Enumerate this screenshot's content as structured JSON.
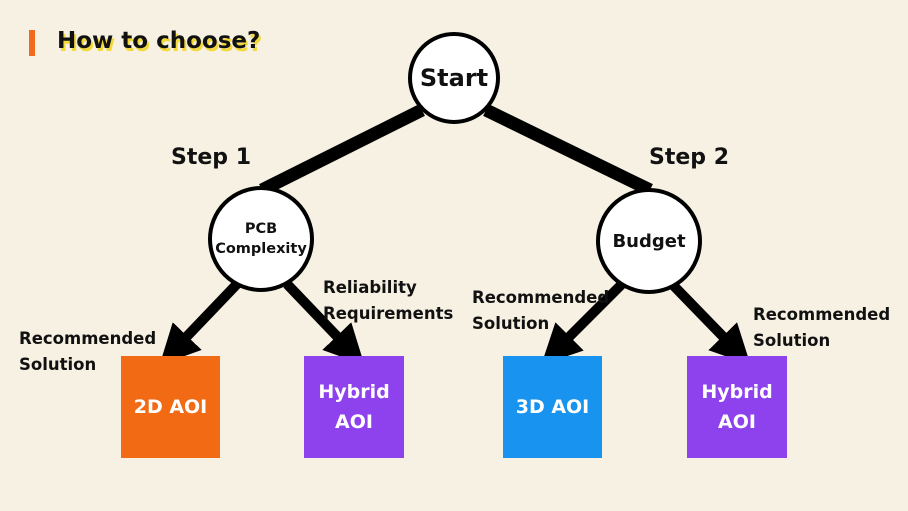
{
  "title": "How to choose?",
  "nodes": {
    "start": "Start",
    "pcb_line1": "PCB",
    "pcb_line2": "Complexity",
    "budget": "Budget"
  },
  "steps": {
    "step1": "Step 1",
    "step2": "Step 2"
  },
  "edge_labels": {
    "left_left": [
      "Recommended",
      "Solution"
    ],
    "left_right": [
      "Reliability",
      "Requirements"
    ],
    "right_left": [
      "Recommended",
      "Solution"
    ],
    "right_right": [
      "Recommended",
      "Solution"
    ]
  },
  "outcomes": [
    {
      "lines": [
        "2D AOI"
      ],
      "color": "#f26a14"
    },
    {
      "lines": [
        "Hybrid",
        "AOI"
      ],
      "color": "#8e42ee"
    },
    {
      "lines": [
        "3D AOI"
      ],
      "color": "#1894f0"
    },
    {
      "lines": [
        "Hybrid",
        "AOI"
      ],
      "color": "#8e42ee"
    }
  ]
}
